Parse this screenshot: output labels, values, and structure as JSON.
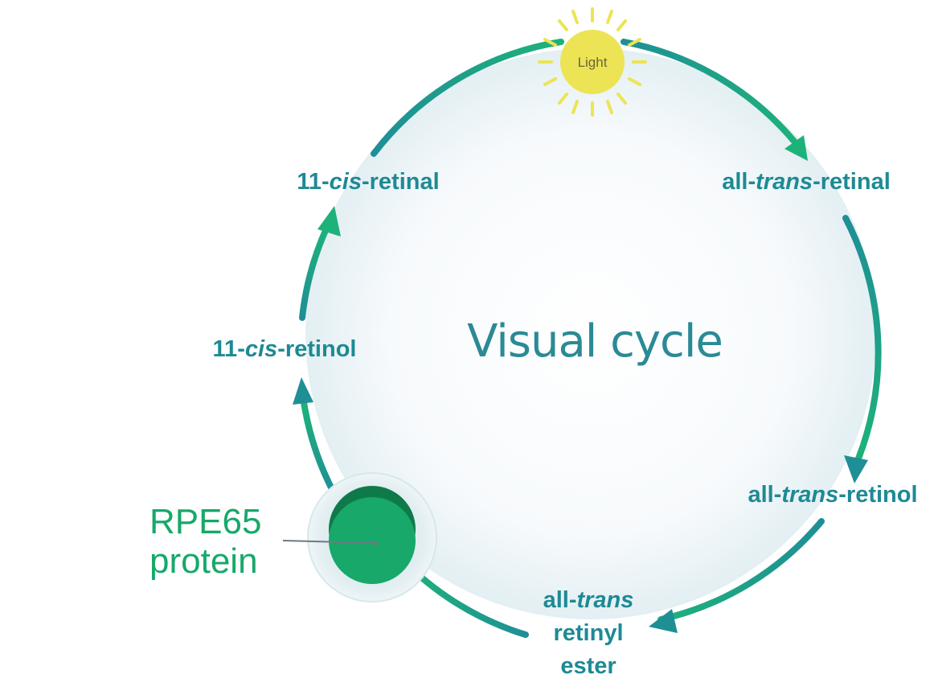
{
  "diagram": {
    "title": "Visual cycle",
    "light_label": "Light",
    "steps": [
      {
        "id": "all-trans-retinal",
        "pre": "all-",
        "ital": "trans",
        "post": "-retinal"
      },
      {
        "id": "all-trans-retinol",
        "pre": "all-",
        "ital": "trans",
        "post": "-retinol"
      },
      {
        "id": "all-trans-retinyl-ester",
        "line1_pre": "all-",
        "line1_ital": "trans",
        "line2": "retinyl",
        "line3": "ester"
      },
      {
        "id": "11-cis-retinol",
        "pre": "11-",
        "ital": "cis",
        "post": "-retinol"
      },
      {
        "id": "11-cis-retinal",
        "pre": "11-",
        "ital": "cis",
        "post": "-retinal"
      }
    ],
    "protein": {
      "line1": "RPE65",
      "line2": "protein"
    },
    "colors": {
      "arrow_teal": "#1f8f96",
      "arrow_green": "#1db27a",
      "label_teal": "#1d8a94",
      "protein_green": "#17a86a",
      "sun_yellow": "#ece454"
    }
  }
}
